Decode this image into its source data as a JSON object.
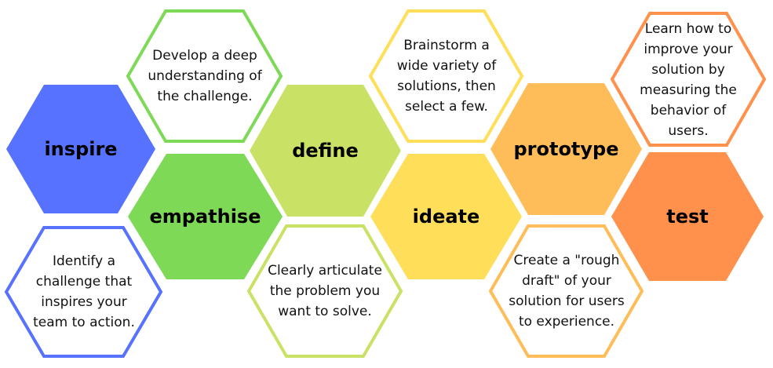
{
  "stages": [
    {
      "label": "inspire",
      "description": "Identify a challenge that inspires your team to action.",
      "color": "#5772FF"
    },
    {
      "label": "empathise",
      "description": "Develop a deep understanding of the challenge.",
      "color": "#7ED957"
    },
    {
      "label": "define",
      "description": "Clearly articulate the problem you want to solve.",
      "color": "#C9E265"
    },
    {
      "label": "ideate",
      "description": "Brainstorm a wide variety of solutions, then select a few.",
      "color": "#FFDE59"
    },
    {
      "label": "prototype",
      "description": "Create a \"rough draft\" of your solution for users to experience.",
      "color": "#FFBD59"
    },
    {
      "label": "test",
      "description": "Learn how to improve your solution by measuring the behavior of users.",
      "color": "#FF914D"
    }
  ]
}
